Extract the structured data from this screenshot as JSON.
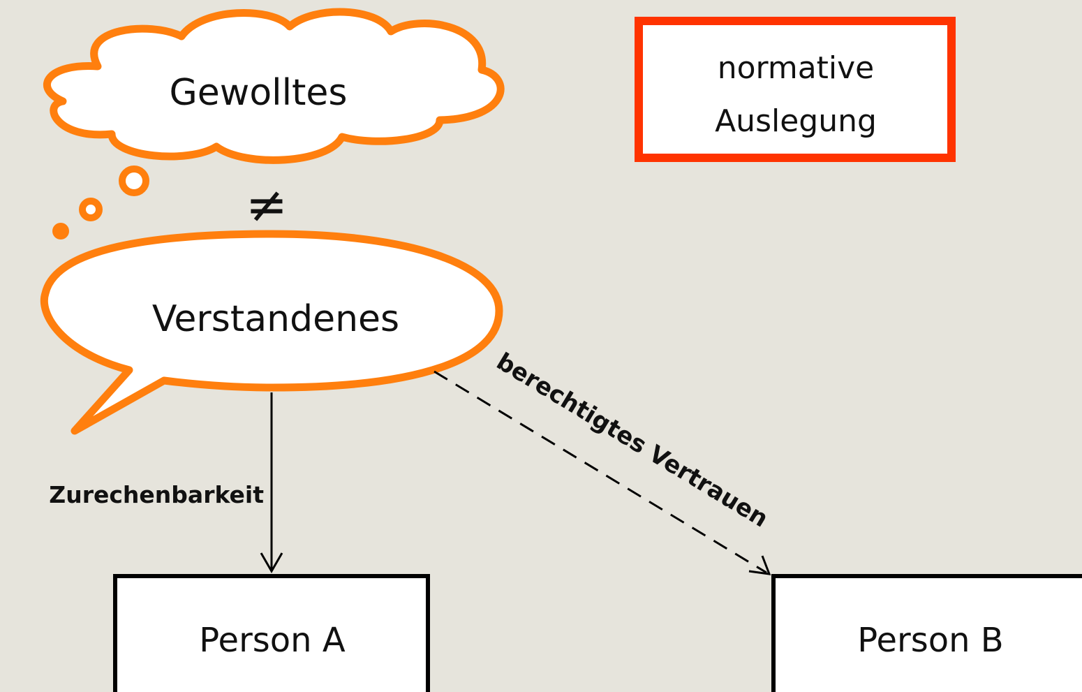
{
  "thought_bubble": {
    "label": "Gewolltes",
    "color": "#ff7f0e"
  },
  "not_equal_sign": {
    "symbol": "≠"
  },
  "speech_bubble": {
    "label": "Verstandenes",
    "color": "#ff7f0e"
  },
  "method_box": {
    "line1": "normative",
    "line2": "Auslegung",
    "border_color": "#ff3300"
  },
  "arrow_solid": {
    "label": "Zurechenbarkeit"
  },
  "arrow_dashed": {
    "label": "berechtigtes Vertrauen"
  },
  "person_a": {
    "label": "Person A"
  },
  "person_b": {
    "label": "Person B"
  }
}
